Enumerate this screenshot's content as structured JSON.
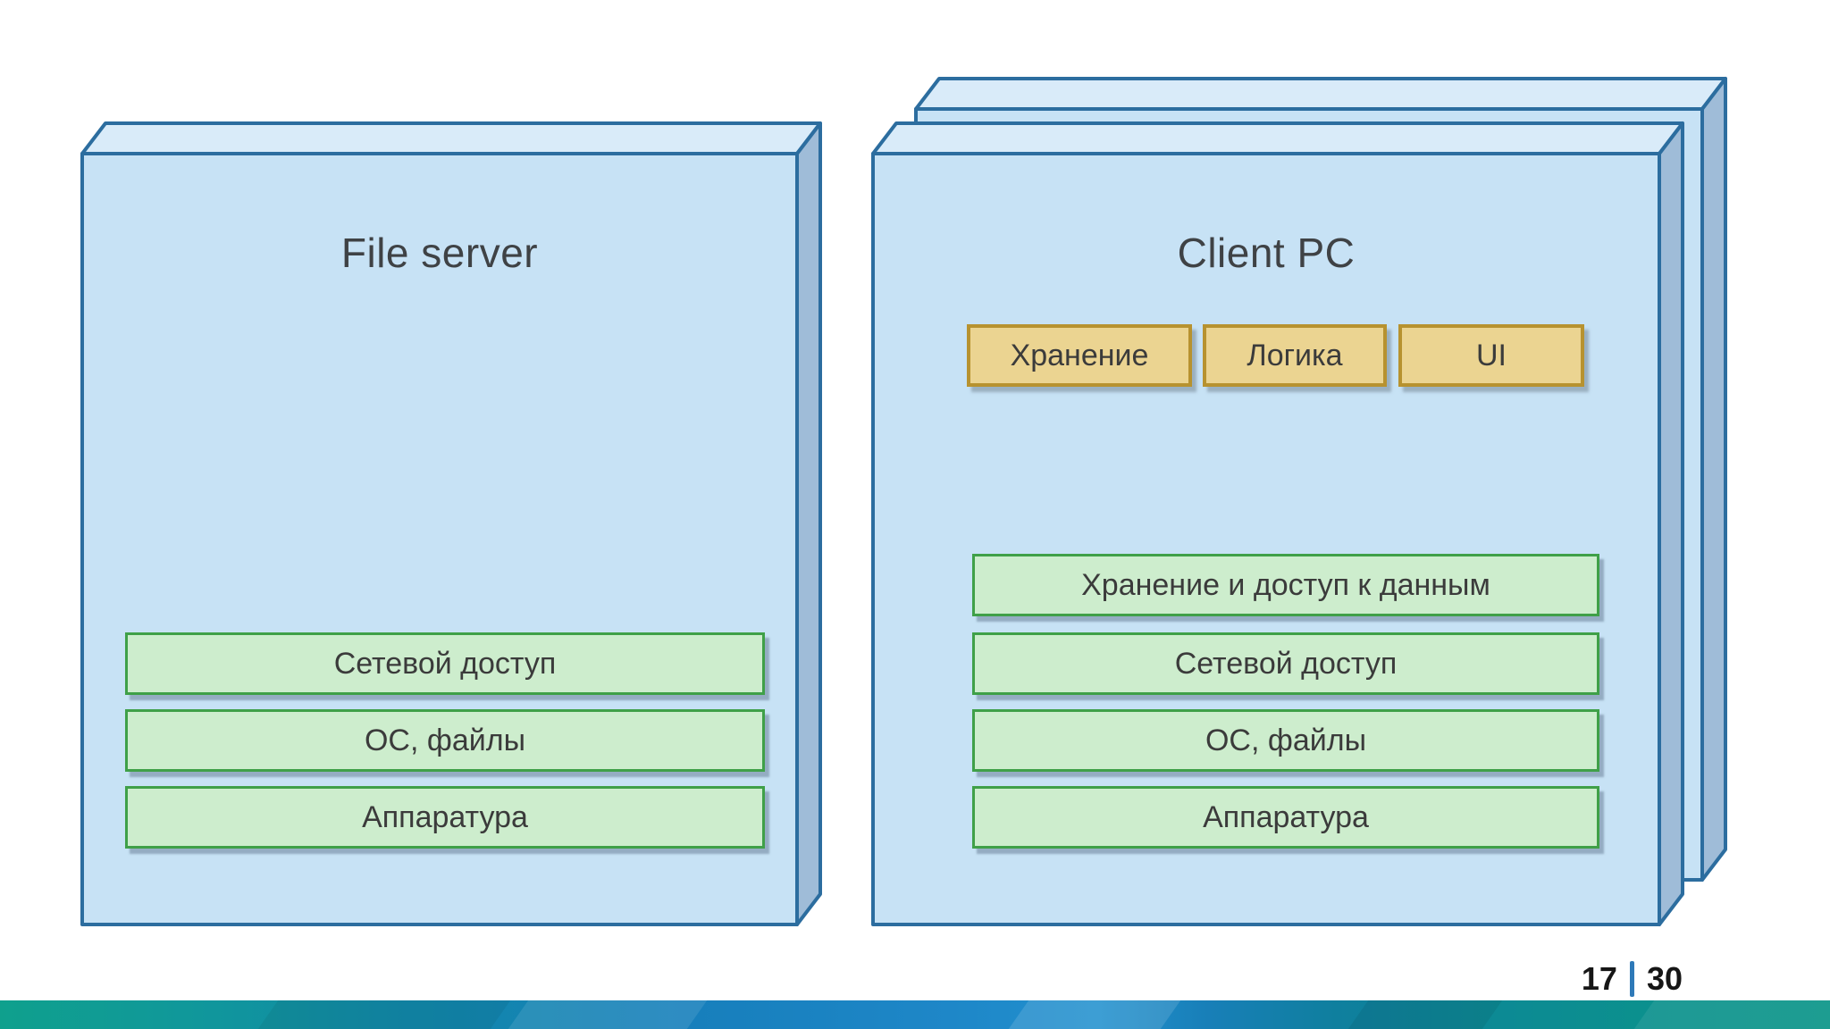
{
  "slide": {
    "file_server": {
      "title": "File server",
      "layers": [
        "Сетевой доступ",
        "ОС, файлы",
        "Аппаратура"
      ]
    },
    "client_pc": {
      "title": "Client PC",
      "app_components": [
        "Хранение",
        "Логика",
        "UI"
      ],
      "layers": [
        "Хранение и доступ к данным",
        "Сетевой доступ",
        "ОС, файлы",
        "Аппаратура"
      ]
    },
    "footer": {
      "page_current": "17",
      "page_total": "30"
    },
    "colors": {
      "slab_front": "#c7e2f5",
      "slab_top": "#d9ebf9",
      "slab_side": "#9fbcd8",
      "slab_border": "#2c6d9f",
      "layer_fill": "#cdedcd",
      "layer_border": "#3fa048",
      "component_fill": "#ebd491",
      "component_border": "#b7922f",
      "page_separator": "#2e79b8",
      "bar_gradient_left": "#0fa08d",
      "bar_gradient_middle": "#2190ce",
      "bar_gradient_right": "#0a9588",
      "text": "#3b3b3b"
    }
  }
}
